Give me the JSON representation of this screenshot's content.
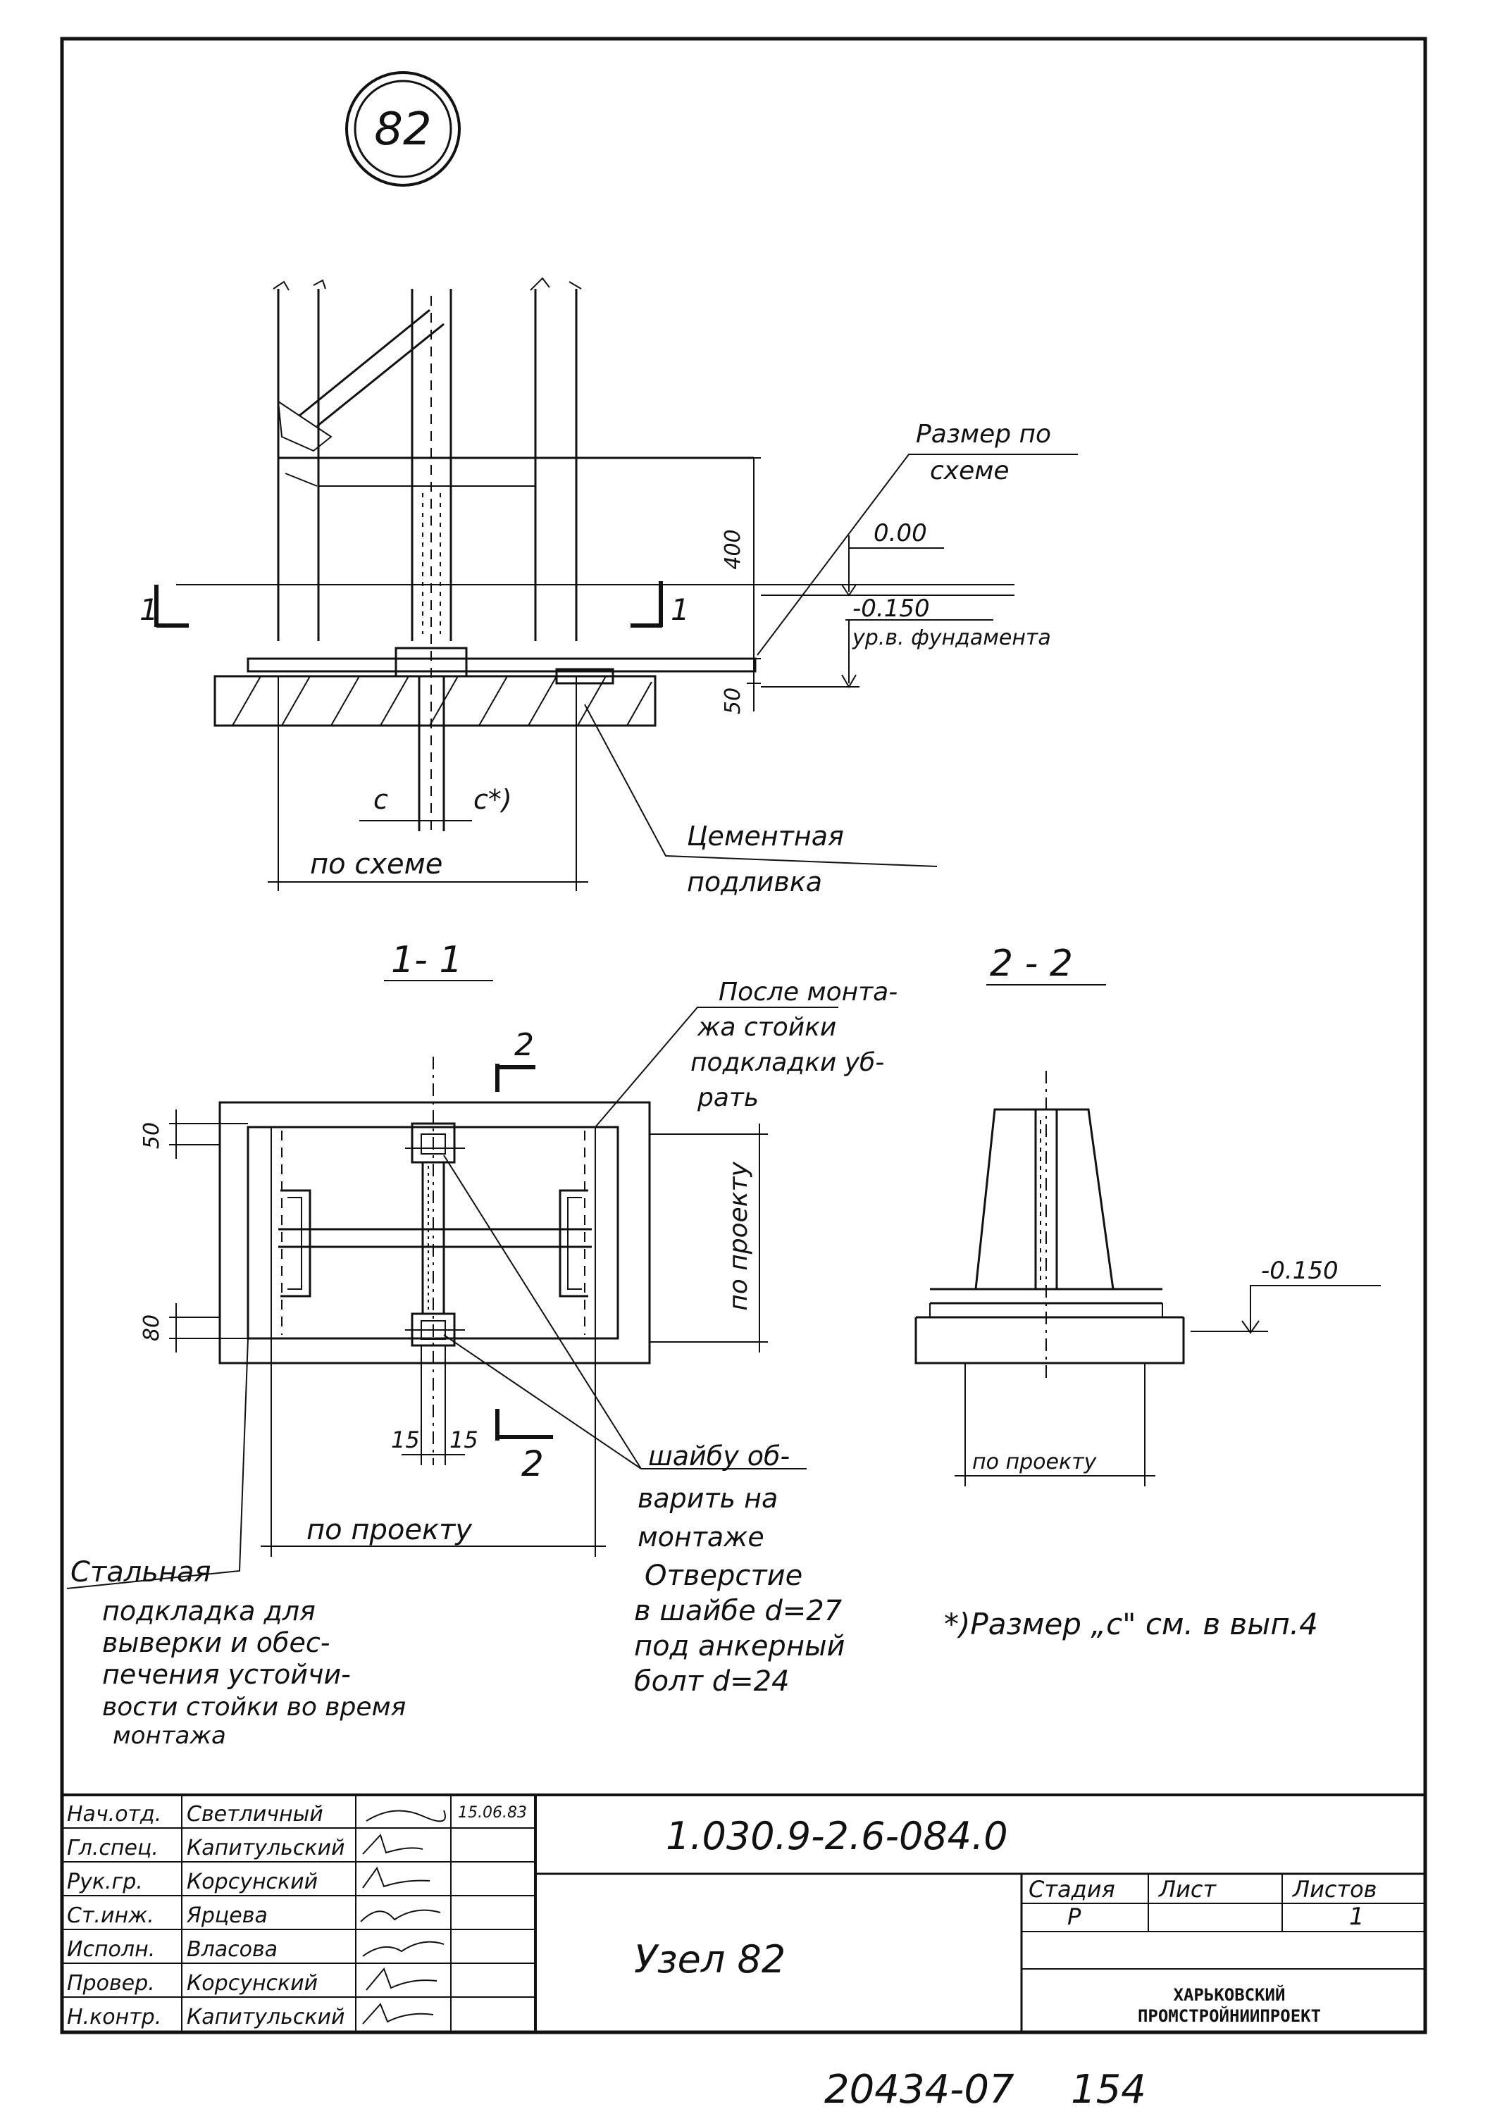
{
  "node_number": "82",
  "elevation_view": {
    "dim_400": "400",
    "dim_50": "50",
    "label_size_scheme_line1": "Размер по",
    "label_size_scheme_line2": "схеме",
    "level_0": "0.00",
    "level_minus_0150": "-0.150",
    "level_foundation": "ур.в. фундамента",
    "section_mark": "1",
    "dim_c_left": "c",
    "dim_c_right": "c*)",
    "dim_po_skheme": "по схеме",
    "cement_label_line1": "Цементная",
    "cement_label_line2": "подливка"
  },
  "section_1_1": {
    "title": "1- 1",
    "cut_mark": "2",
    "dim_50": "50",
    "dim_80": "80",
    "dim_15_left": "15",
    "dim_15_right": "15",
    "dim_po_proektu_vertical": "по проекту",
    "dim_po_proektu_horizontal": "по проекту",
    "note_after_mount": [
      "После монта-",
      "жа стойки",
      "подкладки уб-",
      "рать"
    ],
    "note_washer": [
      "шайбу об-",
      "варить на",
      "монтаже"
    ],
    "note_hole": [
      "Отверстие",
      "в шайбе d=27",
      "под анкерный",
      "болт d=24"
    ],
    "note_steel": [
      "Стальная",
      "подкладка для",
      "выверки и обес-",
      "печения устойчи-",
      "вости стойки во время",
      "монтажа"
    ]
  },
  "section_2_2": {
    "title": "2 - 2",
    "level": "-0.150",
    "dim_po_proektu": "по проекту"
  },
  "footnote": "*)Размер „c\" см. в вып.4",
  "title_block": {
    "roles": [
      {
        "role": "Нач.отд.",
        "name": "Светличный"
      },
      {
        "role": "Гл.спец.",
        "name": "Капитульский"
      },
      {
        "role": "Рук.гр.",
        "name": "Корсунский"
      },
      {
        "role": "Ст.инж.",
        "name": "Ярцева"
      },
      {
        "role": "Исполн.",
        "name": "Власова"
      },
      {
        "role": "Провер.",
        "name": "Корсунский"
      },
      {
        "role": "Н.контр.",
        "name": "Капитульский"
      }
    ],
    "date": "15.06.83",
    "designation": "1.030.9-2.6-084.0",
    "sheet_title": "Узел 82",
    "col_stage": "Стадия",
    "col_sheet": "Лист",
    "col_sheets": "Листов",
    "stage": "Р",
    "sheets": "1",
    "organization_line1": "ХАРЬКОВСКИЙ",
    "organization_line2": "ПРОМСТРОЙНИИПРОЕКТ"
  },
  "bottom_code": "20434-07",
  "bottom_page": "154"
}
